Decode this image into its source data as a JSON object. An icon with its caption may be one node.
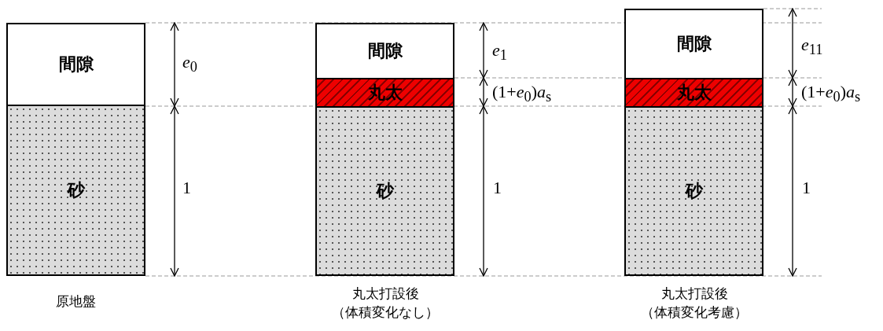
{
  "diagram": {
    "nodes": [
      {
        "text": [
          "間隙"
        ]
      },
      {
        "text": [
          "砂"
        ]
      },
      {
        "text": [
          "間隙"
        ]
      },
      {
        "text": [
          "丸太"
        ]
      },
      {
        "text": [
          "砂"
        ]
      },
      {
        "text": [
          "間隙"
        ]
      },
      {
        "text": [
          "丸太"
        ]
      },
      {
        "text": [
          "砂"
        ]
      }
    ],
    "labels": [
      "*e*$_{0}$",
      "1",
      "原地盤",
      "*e*$_{1}$",
      "(1+*e*$_{0}$)*a*$_{s}$",
      "1",
      "丸太打設後（体積変化なし）",
      "*e*$_{11}$",
      "(1+*e*$_{0}$)*a*$_{s}$",
      "1",
      "丸太打設後（体積変化考慮）"
    ]
  }
}
